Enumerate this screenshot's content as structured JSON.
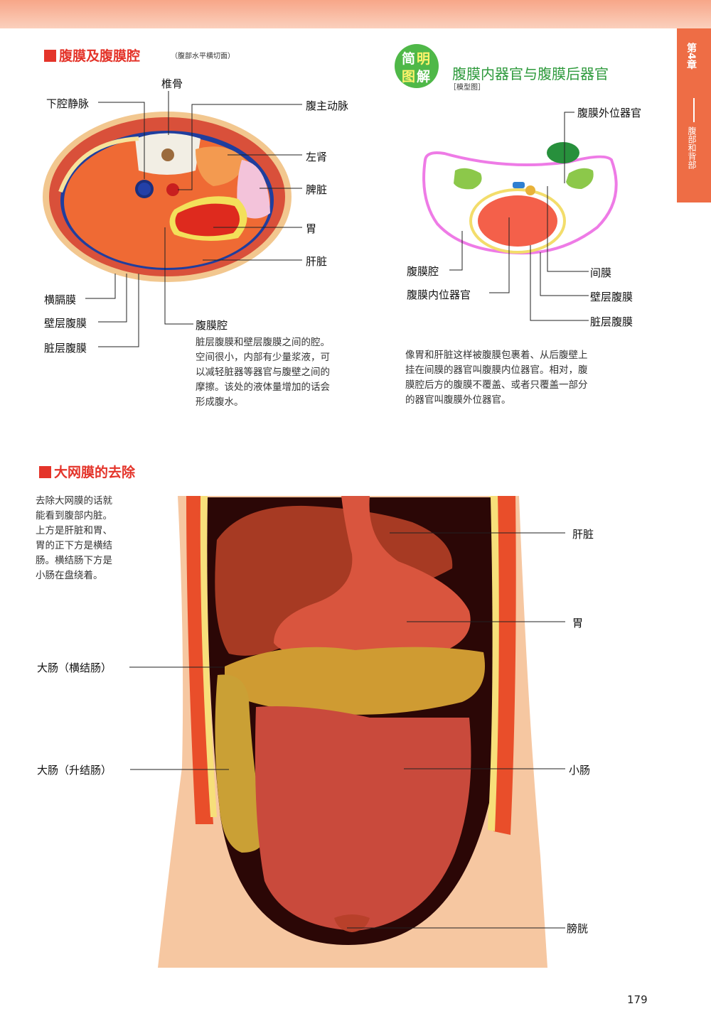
{
  "chapter": {
    "number": "第4章",
    "name": "腹部和背部"
  },
  "section1": {
    "title": "腹膜及腹膜腔",
    "note": "（腹部水平横切面）",
    "labels": {
      "vertebra": "椎骨",
      "ivc": "下腔静脉",
      "aorta": "腹主动脉",
      "left_kidney": "左肾",
      "spleen": "脾脏",
      "stomach": "胃",
      "liver": "肝脏",
      "diaphragm": "横膈膜",
      "parietal": "壁层腹膜",
      "visceral": "脏层腹膜",
      "cavity": "腹膜腔"
    },
    "cavity_text": [
      "脏层腹膜和壁层腹膜之间的腔。",
      "空间很小，内部有少量浆液，可",
      "以减轻脏器等器官与腹壁之间的",
      "摩擦。该处的液体量增加的话会",
      "形成腹水。"
    ]
  },
  "section2": {
    "badge": [
      "简",
      "明",
      "图",
      "解"
    ],
    "title": "腹膜内器官与腹膜后器官",
    "note": "［模型图］",
    "labels": {
      "retro": "腹膜外位器官",
      "cavity": "腹膜腔",
      "intra": "腹膜内位器官",
      "mesentery": "间膜",
      "parietal": "壁层腹膜",
      "visceral": "脏层腹膜"
    },
    "text": [
      "像胃和肝脏这样被腹膜包裹着、从后腹壁上",
      "挂在间膜的器官叫腹膜内位器官。相对，腹",
      "膜腔后方的腹膜不覆盖、或者只覆盖一部分",
      "的器官叫腹膜外位器官。"
    ]
  },
  "section3": {
    "title": "大网膜的去除",
    "intro": [
      "去除大网膜的话就",
      "能看到腹部内脏。",
      "上方是肝脏和胃、",
      "胃的正下方是横结",
      "肠。横结肠下方是",
      "小肠在盘绕着。"
    ],
    "labels": {
      "liver": "肝脏",
      "stomach": "胃",
      "transverse": "大肠（横结肠）",
      "ascending": "大肠（升结肠）",
      "small": "小肠",
      "bladder": "膀胱"
    }
  },
  "page_number": "179"
}
